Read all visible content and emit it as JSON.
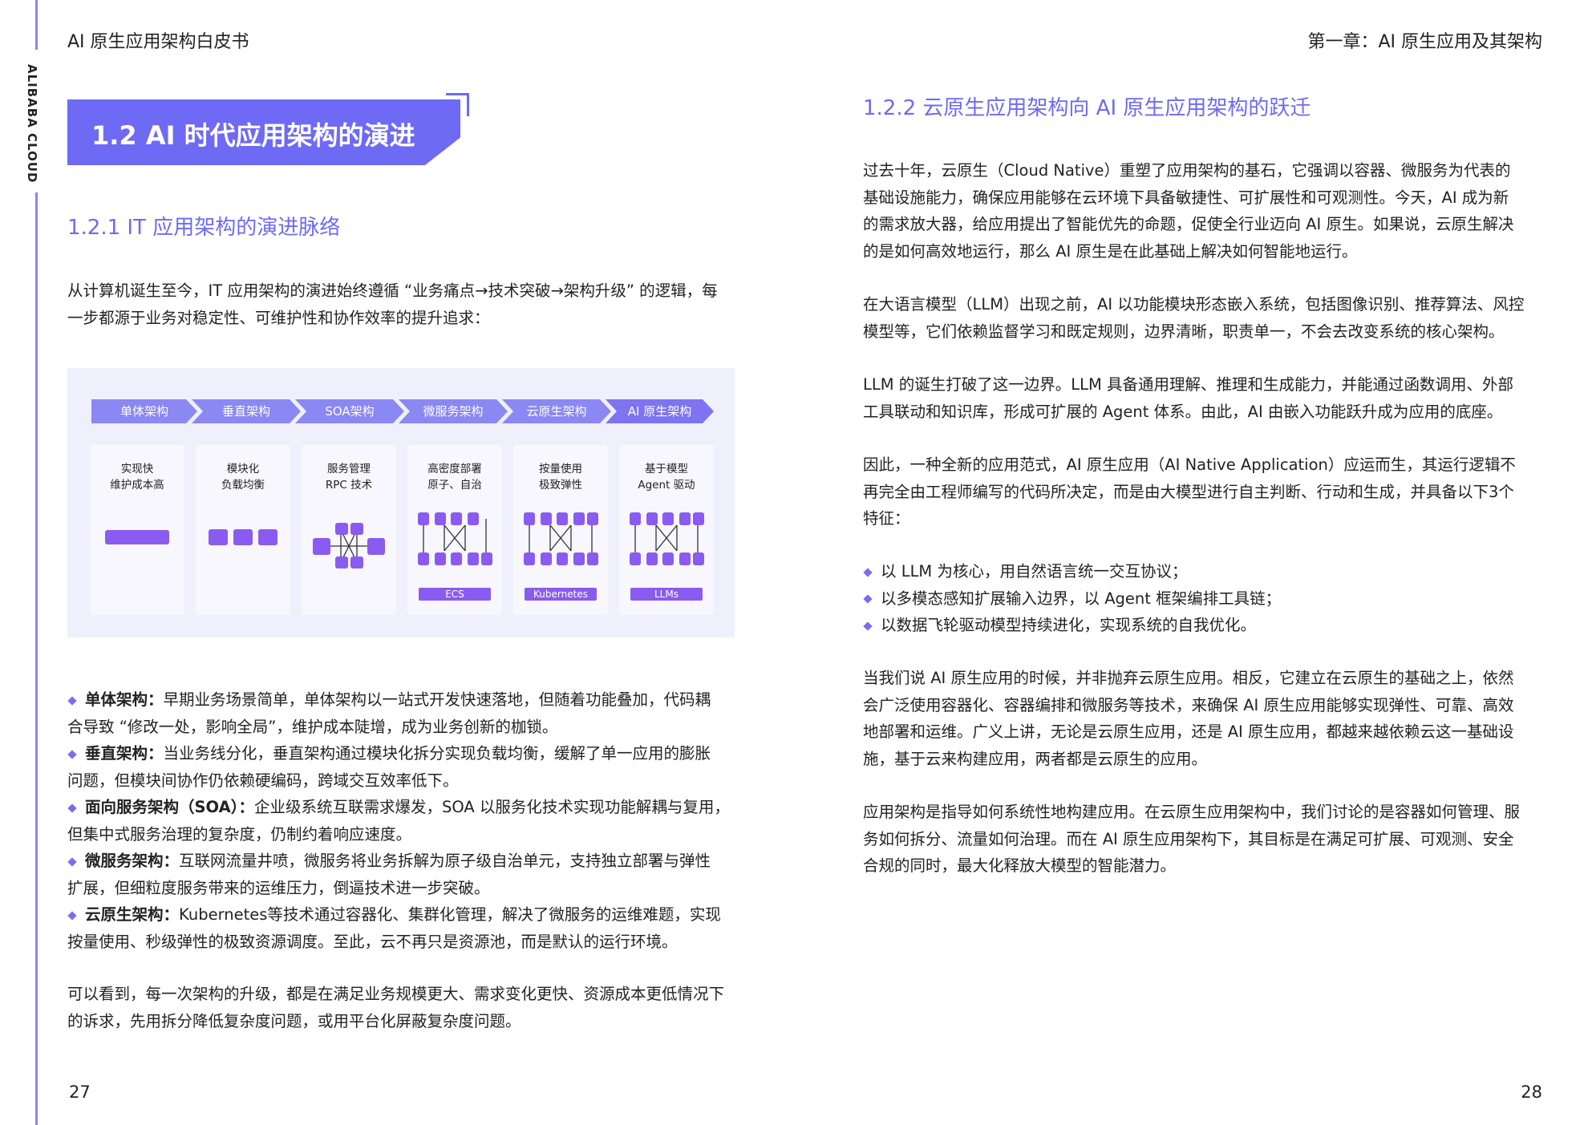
{
  "header": {
    "left_title": "AI 原生应用架构白皮书",
    "right_title": "第一章：AI 原生应用及其架构",
    "side_brand": "ALIBABA CLOUD"
  },
  "left_page": {
    "section_title": "1.2 AI 时代应用架构的演进",
    "subsection_title": "1.2.1 IT 应用架构的演进脉络",
    "intro_lines": [
      "从计算机诞生至今，IT 应用架构的演进始终遵循 “业务痛点→技术突破→架构升级” 的逻辑，每",
      "一步都源于业务对稳定性、可维护性和协作效率的提升追求："
    ],
    "diagram": {
      "stages": [
        "单体架构",
        "垂直架构",
        "SOA架构",
        "微服务架构",
        "云原生架构",
        "AI 原生架构"
      ],
      "cards": [
        {
          "line1": "实现快",
          "line2": "维护成本高",
          "tag": ""
        },
        {
          "line1": "模块化",
          "line2": "负载均衡",
          "tag": ""
        },
        {
          "line1": "服务管理",
          "line2": "RPC 技术",
          "tag": ""
        },
        {
          "line1": "高密度部署",
          "line2": "原子、自治",
          "tag": "ECS"
        },
        {
          "line1": "按量使用",
          "line2": "极致弹性",
          "tag": "Kubernetes"
        },
        {
          "line1": "基于模型",
          "line2": "Agent 驱动",
          "tag": "LLMs"
        }
      ]
    },
    "bullets": [
      {
        "term": "单体架构：",
        "lines": [
          "早期业务场景简单，单体架构以一站式开发快速落地，但随着功能叠加，代码耦",
          "合导致 “修改一处，影响全局”，维护成本陡增，成为业务创新的枷锁。"
        ]
      },
      {
        "term": "垂直架构：",
        "lines": [
          "当业务线分化，垂直架构通过模块化拆分实现负载均衡，缓解了单一应用的膨胀",
          "问题，但模块间协作仍依赖硬编码，跨域交互效率低下。"
        ]
      },
      {
        "term": "面向服务架构（SOA）：",
        "lines": [
          "企业级系统互联需求爆发，SOA 以服务化技术实现功能解耦与复用，",
          "但集中式服务治理的复杂度，仍制约着响应速度。"
        ]
      },
      {
        "term": "微服务架构：",
        "lines": [
          "互联网流量井喷，微服务将业务拆解为原子级自治单元，支持独立部署与弹性",
          "扩展，但细粒度服务带来的运维压力，倒逼技术进一步突破。"
        ]
      },
      {
        "term": "云原生架构：",
        "lines": [
          "Kubernetes等技术通过容器化、集群化管理，解决了微服务的运维难题，实现",
          "按量使用、秒级弹性的极致资源调度。至此，云不再只是资源池，而是默认的运行环境。"
        ]
      }
    ],
    "conclusion_lines": [
      "可以看到，每一次架构的升级，都是在满足业务规模更大、需求变化更快、资源成本更低情况下",
      "的诉求，先用拆分降低复杂度问题，或用平台化屏蔽复杂度问题。"
    ],
    "page_number": "27"
  },
  "right_page": {
    "subsection_title": "1.2.2 云原生应用架构向 AI 原生应用架构的跃迁",
    "para1": [
      "过去十年，云原生（Cloud Native）重塑了应用架构的基石，它强调以容器、微服务为代表的",
      "基础设施能力，确保应用能够在云环境下具备敏捷性、可扩展性和可观测性。今天，AI 成为新",
      "的需求放大器，给应用提出了智能优先的命题，促使全行业迈向 AI 原生。如果说，云原生解决",
      "的是如何高效地运行，那么 AI 原生是在此基础上解决如何智能地运行。"
    ],
    "para2": [
      "在大语言模型（LLM）出现之前，AI 以功能模块形态嵌入系统，包括图像识别、推荐算法、风控",
      "模型等，它们依赖监督学习和既定规则，边界清晰，职责单一，不会去改变系统的核心架构。"
    ],
    "para3": [
      "LLM 的诞生打破了这一边界。LLM 具备通用理解、推理和生成能力，并能通过函数调用、外部",
      "工具联动和知识库，形成可扩展的 Agent 体系。由此，AI 由嵌入功能跃升成为应用的底座。"
    ],
    "para4": [
      "因此，一种全新的应用范式，AI 原生应用（AI Native Application）应运而生，其运行逻辑不",
      "再完全由工程师编写的代码所决定，而是由大模型进行自主判断、行动和生成，并具备以下3个",
      "特征："
    ],
    "features": [
      "以 LLM 为核心，用自然语言统一交互协议；",
      "以多模态感知扩展输入边界，以 Agent 框架编排工具链；",
      "以数据飞轮驱动模型持续进化，实现系统的自我优化。"
    ],
    "para5": [
      "当我们说 AI 原生应用的时候，并非抛弃云原生应用。相反，它建立在云原生的基础之上，依然",
      "会广泛使用容器化、容器编排和微服务等技术，来确保 AI 原生应用能够实现弹性、可靠、高效",
      "地部署和运维。广义上讲，无论是云原生应用，还是 AI 原生应用，都越来越依赖云这一基础设",
      "施，基于云来构建应用，两者都是云原生的应用。"
    ],
    "para6": [
      "应用架构是指导如何系统性地构建应用。在云原生应用架构中，我们讨论的是容器如何管理、服",
      "务如何拆分、流量如何治理。而在 AI 原生应用架构下，其目标是在满足可扩展、可观测、安全",
      "合规的同时，最大化释放大模型的智能潜力。"
    ],
    "page_number": "28"
  },
  "colors": {
    "accent": "#6e6af4",
    "stage": "#8b87f3",
    "block": "#8a5bf0",
    "diagram_bg": "#eff0fb"
  }
}
